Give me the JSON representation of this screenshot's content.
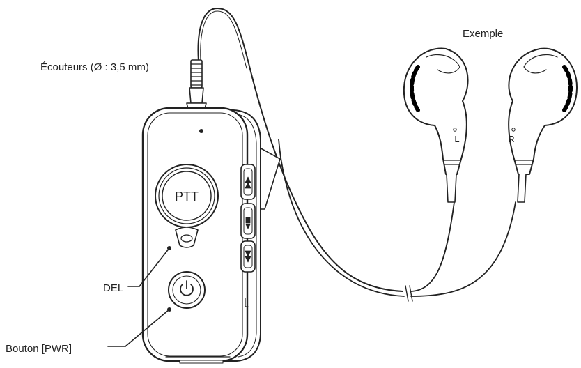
{
  "labels": {
    "earphones": "Écouteurs (Ø : 3,5 mm)",
    "example": "Exemple",
    "led": "DEL",
    "pwr_button": "Bouton [PWR]"
  },
  "device": {
    "ptt_button": "PTT",
    "power_icon": "power-icon",
    "side_buttons": [
      "volume-up-icon",
      "channel-icon",
      "volume-down-icon"
    ]
  },
  "earbuds": {
    "left_mark": "L",
    "right_mark": "R"
  },
  "colors": {
    "line": "#222222",
    "fill": "#ffffff",
    "accent": "#000000"
  }
}
